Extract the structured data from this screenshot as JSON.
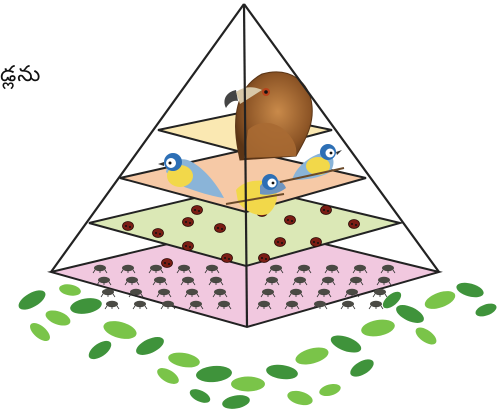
{
  "caption_fragment": "డ్లను",
  "pyramid": {
    "levels": [
      {
        "level": "apex",
        "organism": "hawk",
        "fill": "#fae8b2"
      },
      {
        "level": "tertiary",
        "organism": "blue-tit-bird",
        "fill": "#f6c9a6"
      },
      {
        "level": "secondary",
        "organism": "ladybird-beetle",
        "fill": "#dbe8b6"
      },
      {
        "level": "primary",
        "organism": "aphid-insect",
        "fill": "#f1c8df"
      }
    ],
    "base": "leaves"
  },
  "colors": {
    "outline": "#222222",
    "leaf_dark": "#2f8a2a",
    "leaf_light": "#6fbf3a"
  }
}
